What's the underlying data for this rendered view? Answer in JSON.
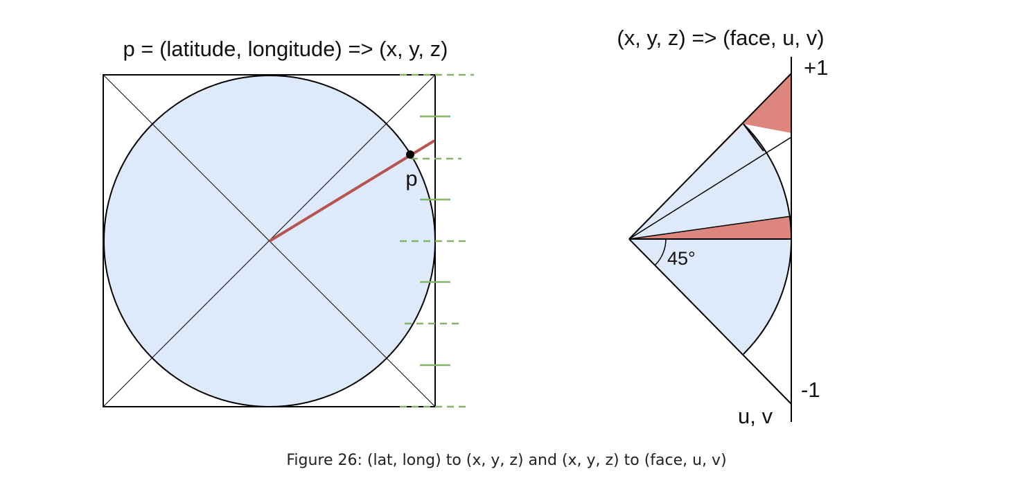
{
  "left_diagram": {
    "title": "p = (latitude, longitude) => (x, y, z)",
    "point_label": "p"
  },
  "right_diagram": {
    "title": "(x, y, z) => (face, u, v)",
    "top_label": "+1",
    "bottom_label": "-1",
    "axis_label": "u, v",
    "angle_label": "45°"
  },
  "caption": "Figure 26: (lat, long) to (x, y, z) and (x, y, z) to (face, u, v)",
  "colors": {
    "sphere_fill": "#deeafa",
    "wedge_fill": "#dc867e",
    "vector": "#b85450",
    "ticks": "#82b366",
    "ink": "#000000"
  }
}
